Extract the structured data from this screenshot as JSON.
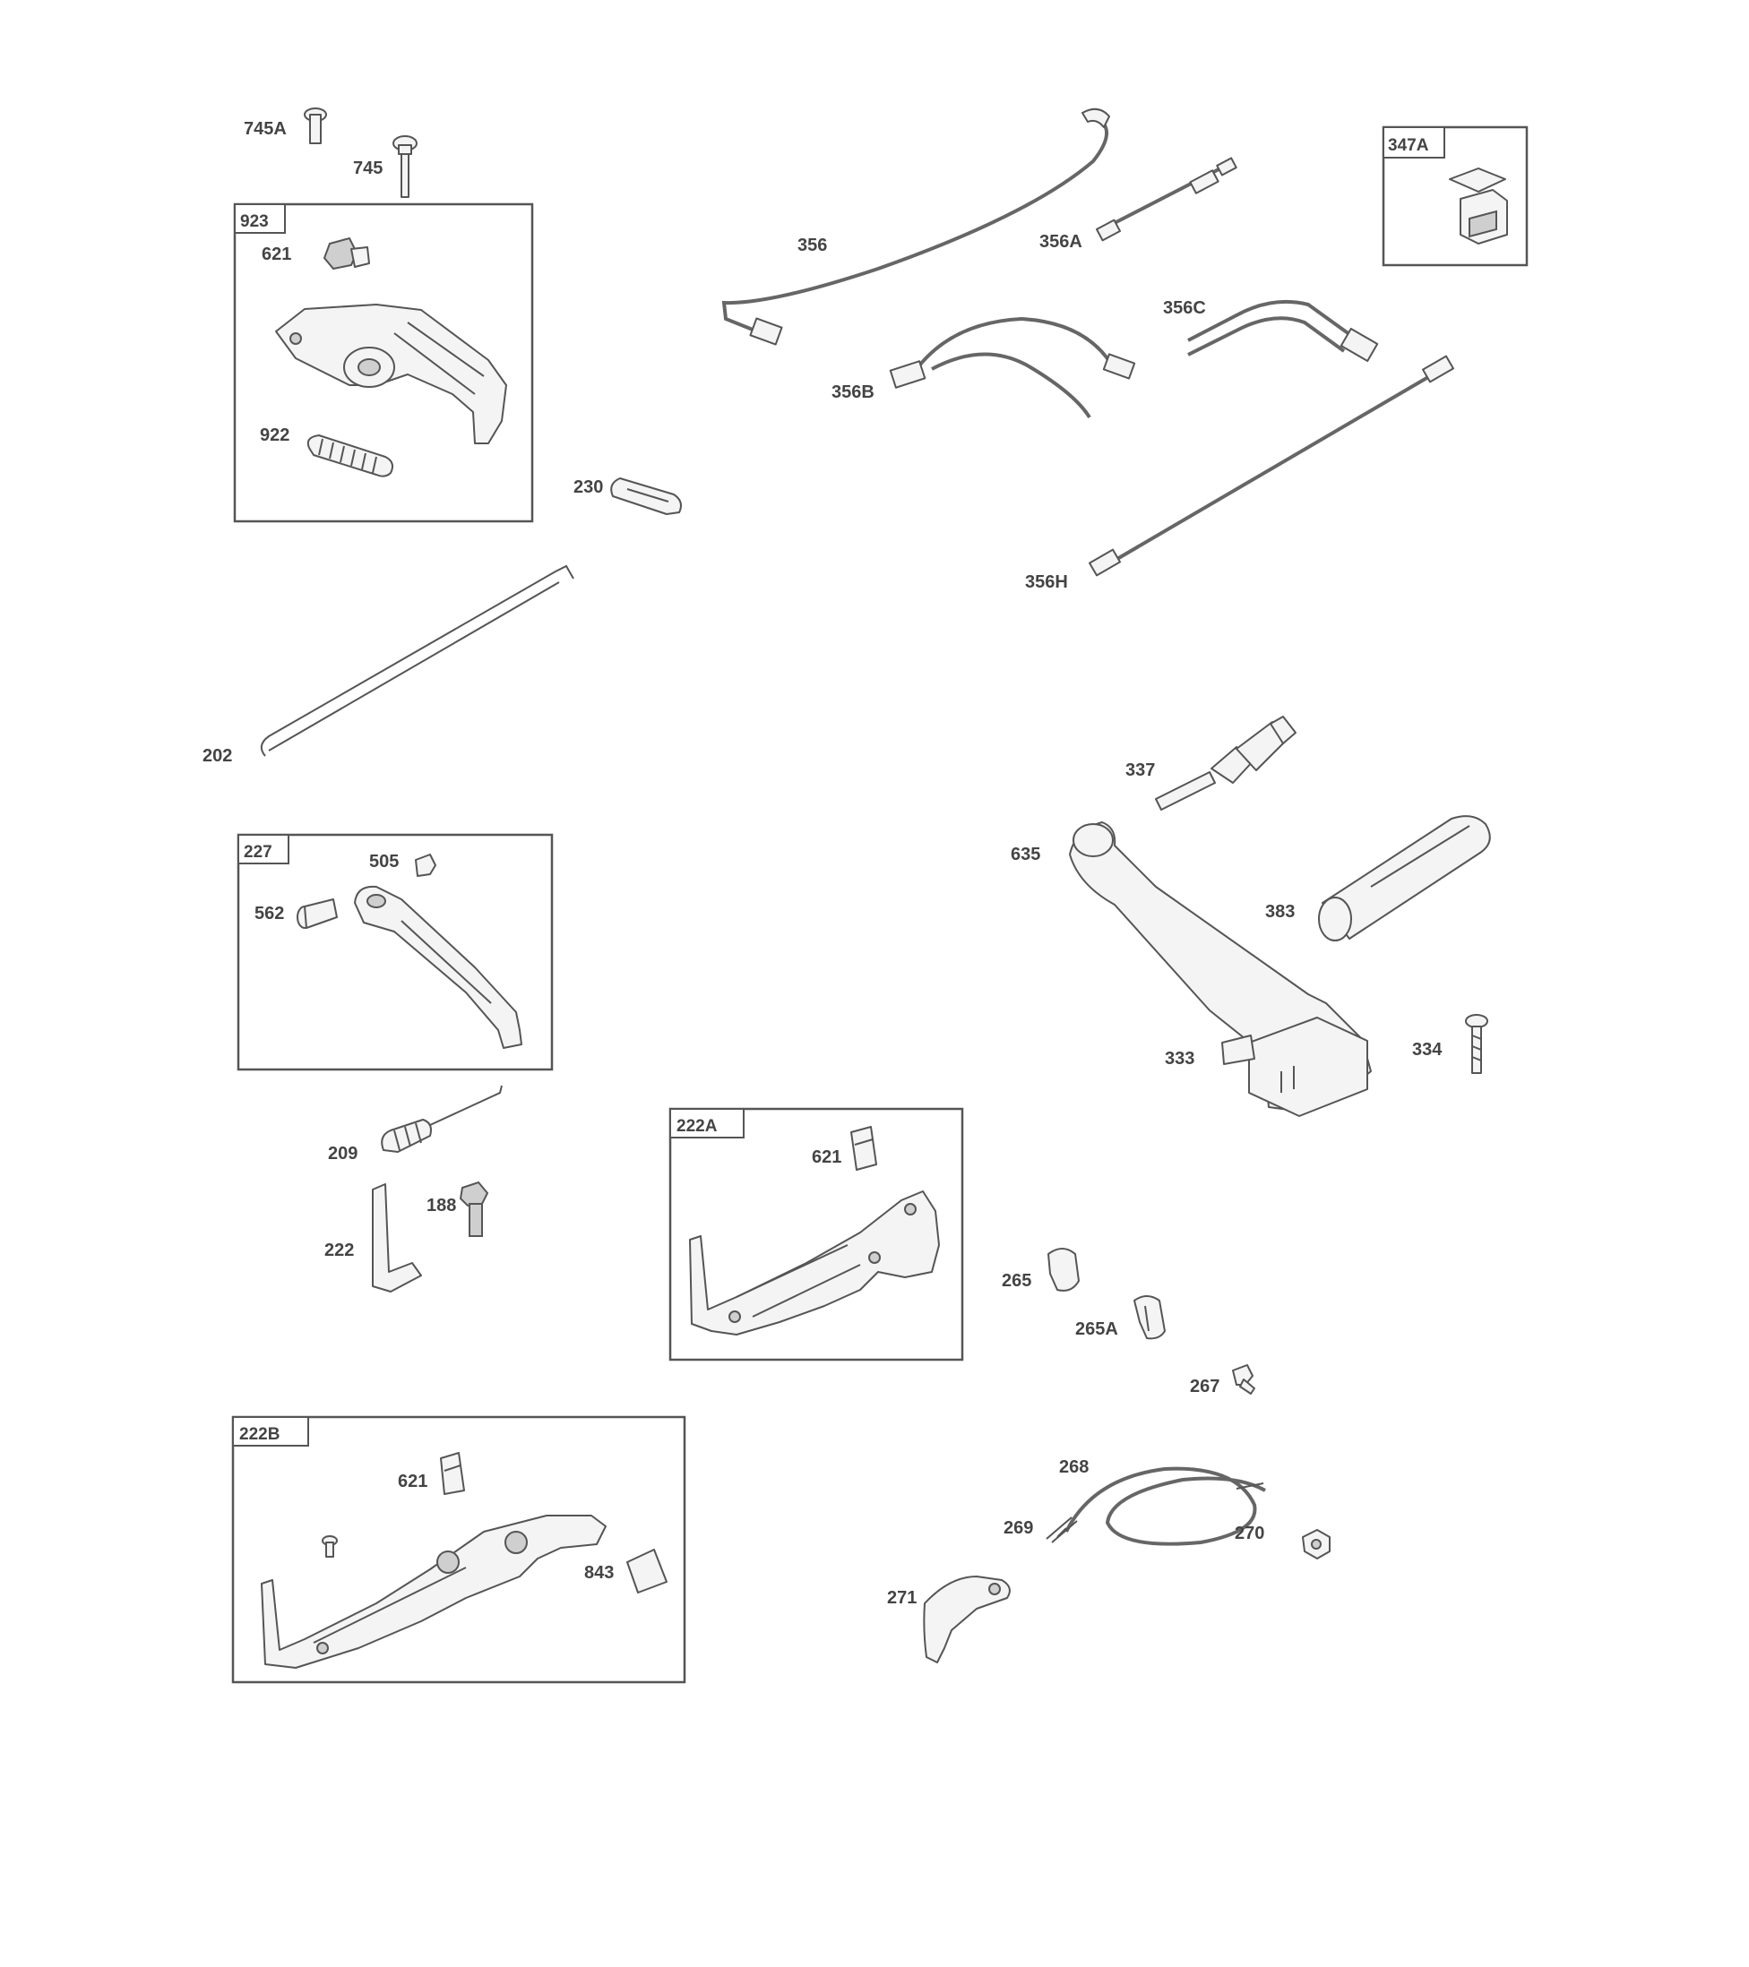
{
  "colors": {
    "line": "#555555",
    "text": "#444444",
    "background": "#ffffff"
  },
  "boxes": {
    "b923": "923",
    "b347A": "347A",
    "b227": "227",
    "b222A": "222A",
    "b222B": "222B"
  },
  "labels": {
    "l745A": "745A",
    "l745": "745",
    "l621_a": "621",
    "l922": "922",
    "l356": "356",
    "l356A": "356A",
    "l356B": "356B",
    "l356C": "356C",
    "l356H": "356H",
    "l230": "230",
    "l202": "202",
    "l337": "337",
    "l635": "635",
    "l383": "383",
    "l333": "333",
    "l334": "334",
    "l505": "505",
    "l562": "562",
    "l209": "209",
    "l188": "188",
    "l222": "222",
    "l621_b": "621",
    "l265": "265",
    "l265A": "265A",
    "l267": "267",
    "l621_c": "621",
    "l843": "843",
    "l268": "268",
    "l269": "269",
    "l270": "270",
    "l271": "271"
  }
}
